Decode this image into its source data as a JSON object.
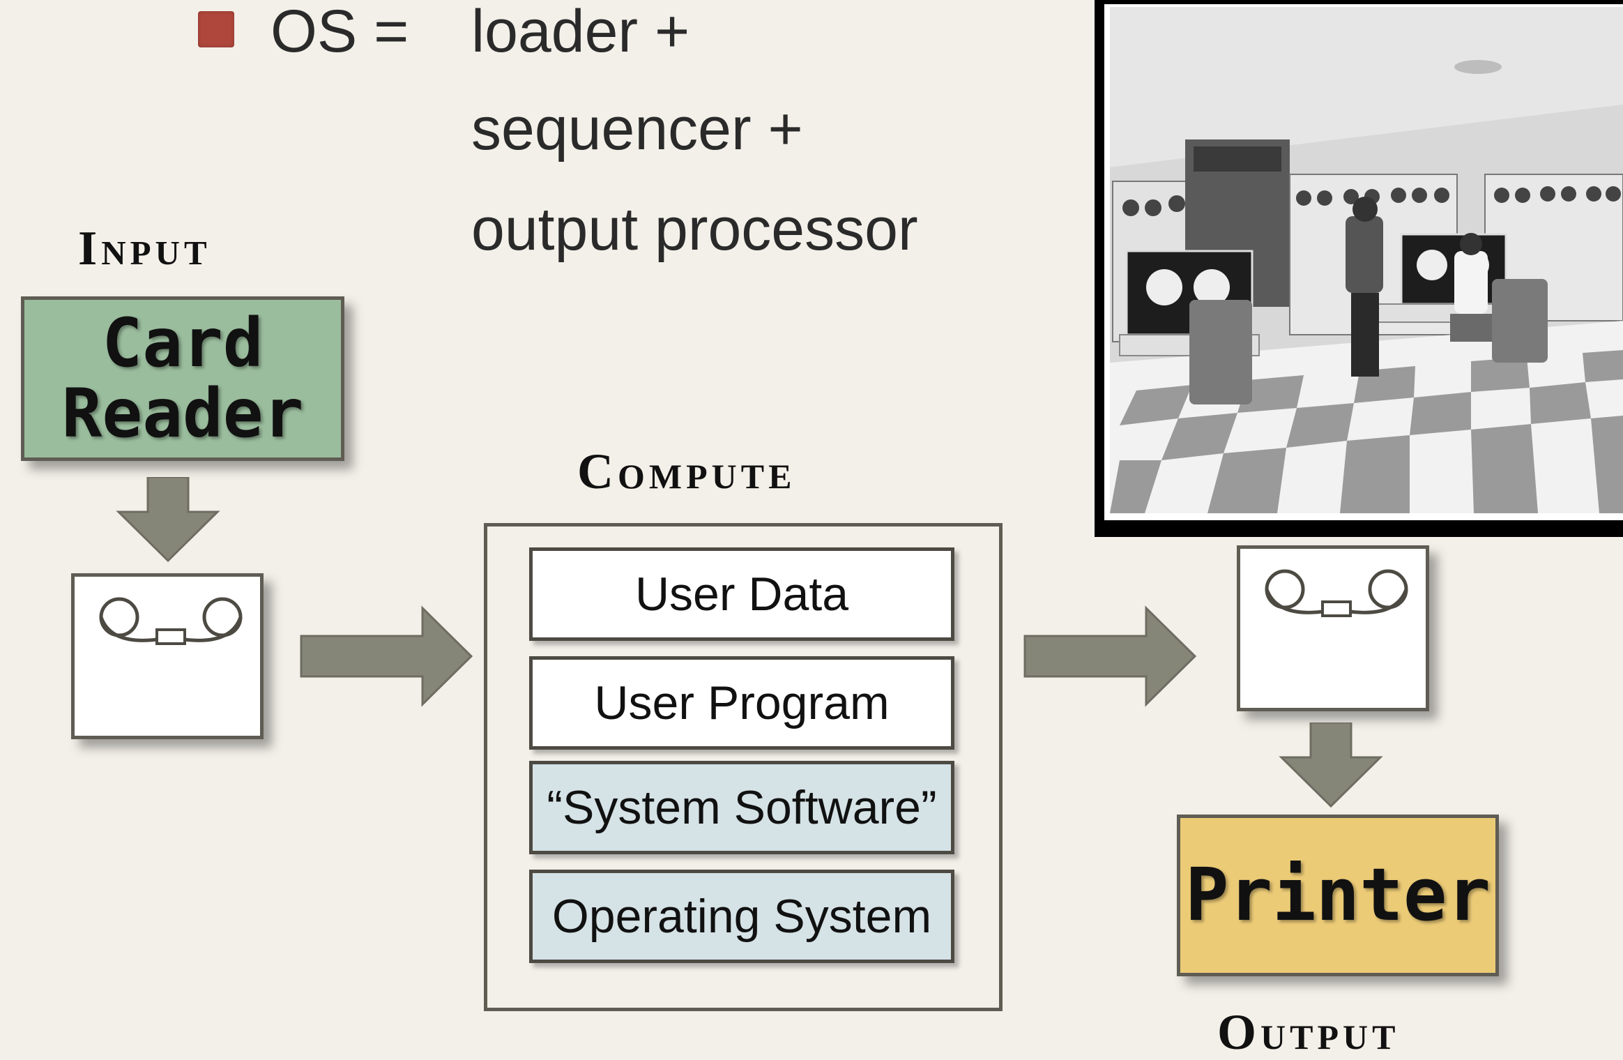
{
  "os_equation": {
    "lhs": "OS =",
    "lines": [
      "loader +",
      "sequencer +",
      "output processor"
    ]
  },
  "headings": {
    "input": "Input",
    "compute": "Compute",
    "output": "Output"
  },
  "devices": {
    "card_reader_line1": "Card",
    "card_reader_line2": "Reader",
    "input_tape": "Tape",
    "output_tape": "Tape",
    "printer": "Printer"
  },
  "compute_layers": [
    {
      "label": "User Data",
      "style": "plain"
    },
    {
      "label": "User Program",
      "style": "plain"
    },
    {
      "label": "“System Software”",
      "style": "blue"
    },
    {
      "label": "Operating System",
      "style": "blue"
    }
  ],
  "colors": {
    "background": "#f3f0e9",
    "card_reader": "#9abd9d",
    "printer": "#eccb77",
    "system_layer": "#d5e2e6",
    "bullet": "#b0473c",
    "arrow": "#858578",
    "border": "#5f5d53"
  },
  "icons": {
    "bullet": "square-bullet",
    "tape_reel": "tape-reel-icon",
    "arrow": "block-arrow"
  }
}
